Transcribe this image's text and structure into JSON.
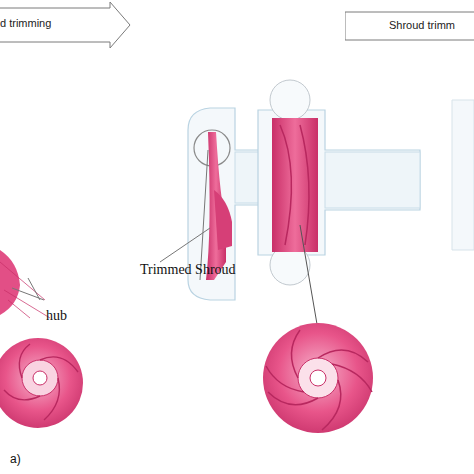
{
  "diagram": {
    "nodes": [
      {
        "text": [
          "d trimming"
        ]
      },
      {
        "text": [
          "Shroud trimm"
        ]
      }
    ],
    "labels": [
      "hub",
      "Trimmed Shroud",
      "a)"
    ]
  }
}
